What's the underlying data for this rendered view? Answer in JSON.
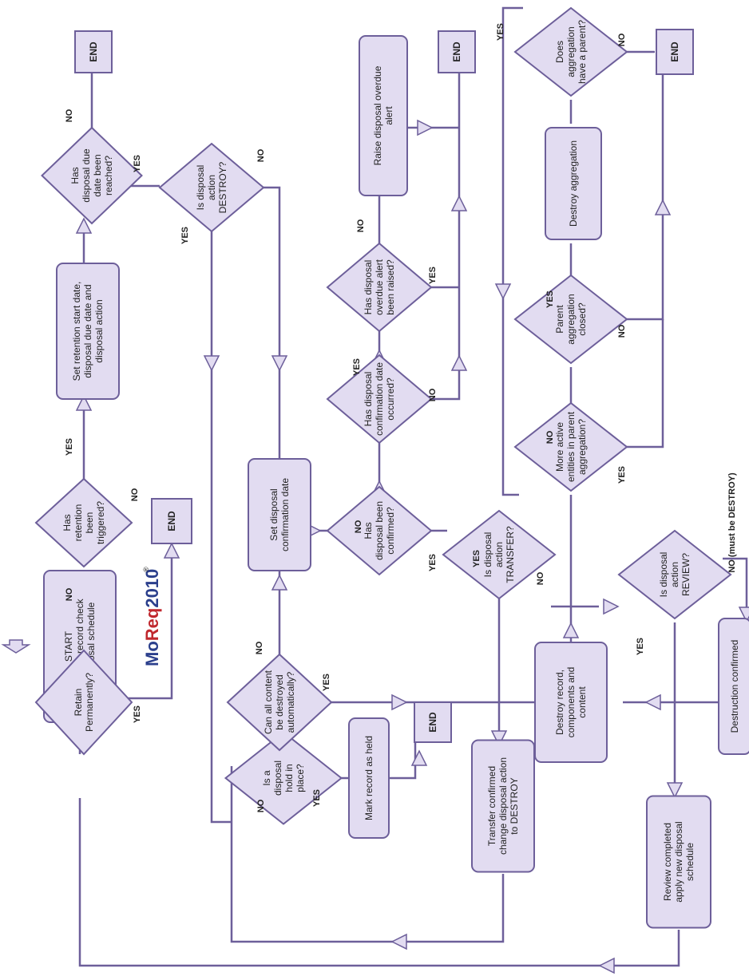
{
  "logo": {
    "prefix": "Mo",
    "middle": "Req",
    "suffix": "2010",
    "mark": "®"
  },
  "nodes": {
    "start": [
      "START",
      "For each record check",
      "its disposal schedule"
    ],
    "retain_permanently": [
      "Retain",
      "Permanently?"
    ],
    "retention_triggered": [
      "Has",
      "retention",
      "been",
      "triggered?"
    ],
    "end_1": [
      "END"
    ],
    "set_retention": [
      "Set retention start date,",
      "disposal due date and",
      "disposal action"
    ],
    "due_date_reached": [
      "Has",
      "disposal due",
      "date been",
      "reached?"
    ],
    "end_2": [
      "END"
    ],
    "action_destroy": [
      "Is disposal",
      "action",
      "DESTROY?"
    ],
    "set_confirmation": [
      "Set disposal",
      "confirmation date"
    ],
    "hold_in_place": [
      "Is a",
      "disposal",
      "hold in",
      "place?"
    ],
    "mark_held": [
      "Mark record as held"
    ],
    "end_3": [
      "END"
    ],
    "auto_destroy": [
      "Can all content",
      "be destroyed",
      "automatically?"
    ],
    "been_confirmed": [
      "Has",
      "disposal been",
      "confirmed?"
    ],
    "confirmation_date_occurred": [
      "Has disposal",
      "confirmation date",
      "occurred?"
    ],
    "overdue_alert_raised": [
      "Has disposal",
      "overdue alert",
      "been raised?"
    ],
    "raise_overdue_alert": [
      "Raise disposal overdue",
      "alert"
    ],
    "end_4": [
      "END"
    ],
    "action_transfer": [
      "Is disposal",
      "action",
      "TRANSFER?"
    ],
    "transfer_confirmed": [
      "Transfer confirmed",
      "change disposal action",
      "to DESTROY"
    ],
    "destroy_record": [
      "Destroy record,",
      "components and",
      "content"
    ],
    "more_active_entities": [
      "More active",
      "entities in parent",
      "aggregation?"
    ],
    "parent_aggregation_closed": [
      "Parent",
      "aggregation",
      "closed?"
    ],
    "destroy_aggregation": [
      "Destroy aggregation"
    ],
    "aggregation_has_parent": [
      "Does",
      "aggregation",
      "have a parent?"
    ],
    "end_5": [
      "END"
    ],
    "action_review": [
      "Is disposal",
      "action",
      "REVIEW?"
    ],
    "review_completed": [
      "Review completed",
      "apply new disposal",
      "schedule"
    ],
    "destruction_confirmed": [
      "Destruction confirmed"
    ]
  },
  "labels": {
    "yes": "YES",
    "no": "NO",
    "no_must_destroy": "NO (must be DESTROY)"
  }
}
